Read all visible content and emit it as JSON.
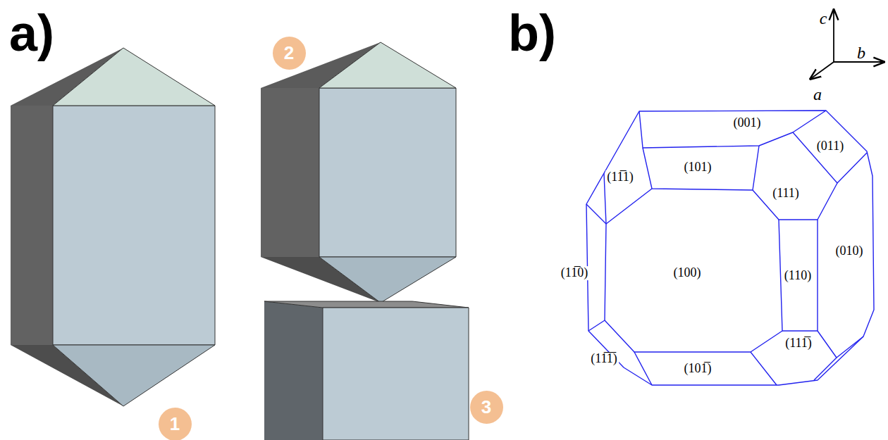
{
  "diagram": {
    "nodes": [
      {
        "text": [
          "1"
        ]
      },
      {
        "text": [
          "2"
        ]
      },
      {
        "text": [
          "3"
        ]
      }
    ],
    "labels": [
      "a)",
      "b)",
      "c",
      "b",
      "a",
      "(001)",
      "(011)",
      "(11̅1)",
      "(101)",
      "(111)",
      "(11̅0)",
      "(100)",
      "(110)",
      "(010)",
      "(111̅)",
      "(11̅1̅)",
      "(101̅)"
    ]
  }
}
